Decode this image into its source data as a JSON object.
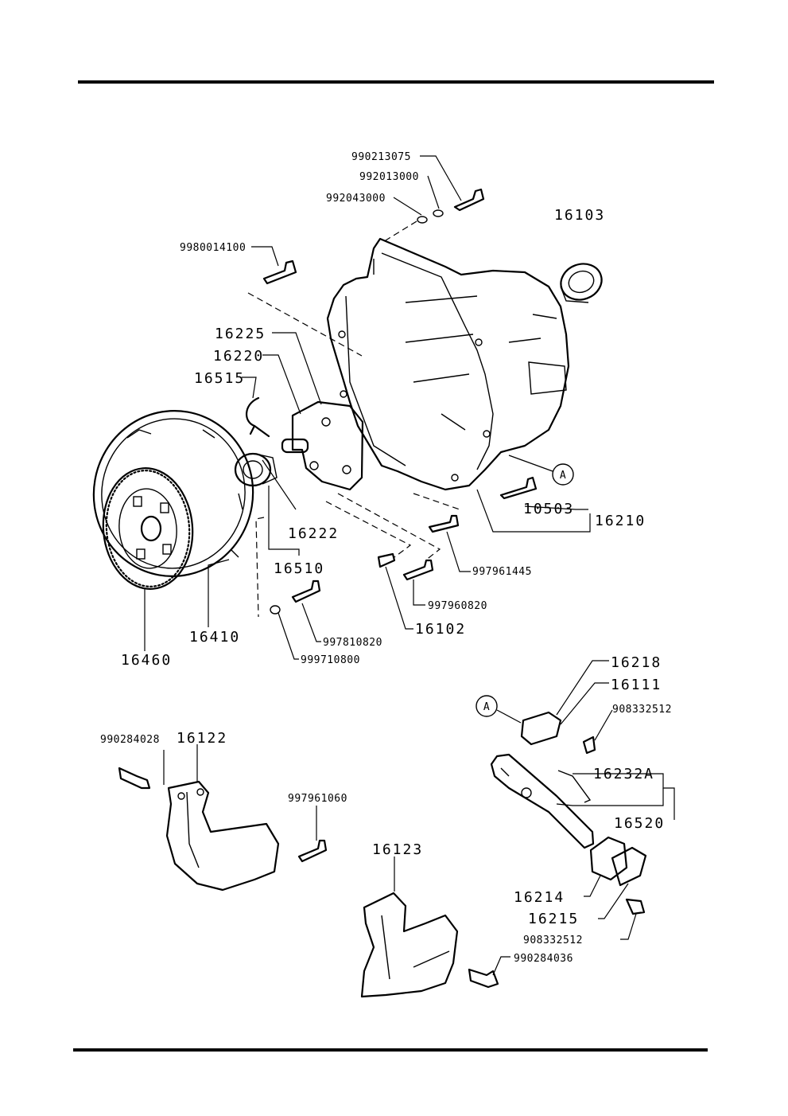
{
  "labels": {
    "p990213075": "990213075",
    "p992013000": "992013000",
    "p992043000": "992043000",
    "p16103": "16103",
    "p9980014100": "9980014100",
    "p16225": "16225",
    "p16220": "16220",
    "p16515": "16515",
    "p16222": "16222",
    "p16510": "16510",
    "p10503": "10503",
    "p16210": "16210",
    "p997961445": "997961445",
    "p997960820": "997960820",
    "p16102": "16102",
    "p16410": "16410",
    "p16460": "16460",
    "p997810820": "997810820",
    "p999710800": "999710800",
    "p16218": "16218",
    "p16111": "16111",
    "p908332512a": "908332512",
    "p990284028": "990284028",
    "p16122": "16122",
    "p997961060": "997961060",
    "p16232A": "16232A",
    "p16520": "16520",
    "p16123": "16123",
    "p16214": "16214",
    "p16215": "16215",
    "p908332512b": "908332512",
    "p990284036": "990284036"
  },
  "callouts": {
    "upper": "A",
    "lower": "A"
  }
}
